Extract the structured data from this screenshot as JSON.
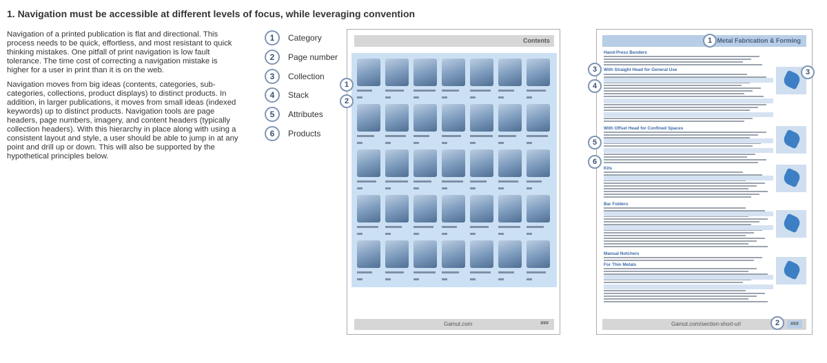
{
  "heading": "1. Navigation must be accessible at different levels of focus, while leveraging convention",
  "paragraph1": "Navigation of a printed publication is flat and directional. This process needs to be quick, effortless, and most resistant to quick thinking mistakes. One pitfall of print navigation is low fault tolerance. The time cost of correcting a navigation mistake is higher for a user in print than it is on the web.",
  "paragraph2": "Navigation moves from big ideas (contents, categories, sub-categories, collections, product displays) to distinct products. In addition, in larger publications, it moves from small ideas (indexed keywords) up to distinct products. Navigation tools are page headers, page numbers, imagery, and content headers (typically collection headers). With this hierarchy in place along with using a consistent layout and style, a user should be able to jump in at any point and drill up or down. This will also be supported by the hypothetical principles below.",
  "legend": [
    {
      "num": "1",
      "label": "Category"
    },
    {
      "num": "2",
      "label": "Page number"
    },
    {
      "num": "3",
      "label": "Collection"
    },
    {
      "num": "4",
      "label": "Stack"
    },
    {
      "num": "5",
      "label": "Attributes"
    },
    {
      "num": "6",
      "label": "Products"
    }
  ],
  "page1": {
    "header": "Contents",
    "footer": "Gamut.com",
    "footer_number": "###",
    "callouts": [
      "1",
      "2"
    ]
  },
  "page2": {
    "header": "Metal Fabrication & Forming",
    "footer": "Gamut.com/section-short-url",
    "footer_number": "###",
    "header_callout": "1",
    "footer_callout": "2",
    "callouts": [
      "3",
      "4",
      "3",
      "5",
      "6"
    ],
    "sections": [
      "Hand-Press Benders",
      "With Straight Head for General Use",
      "With Offset Head for Confined Spaces",
      "Kits",
      "Bar Folders",
      "Manual Notchers",
      "For Thin Metals"
    ]
  },
  "colors": {
    "accent_blue": "#3b6aa8",
    "callout_border": "#7e95b4",
    "grid_background": "#cce0f4",
    "header_gray": "#d6d6d6"
  }
}
